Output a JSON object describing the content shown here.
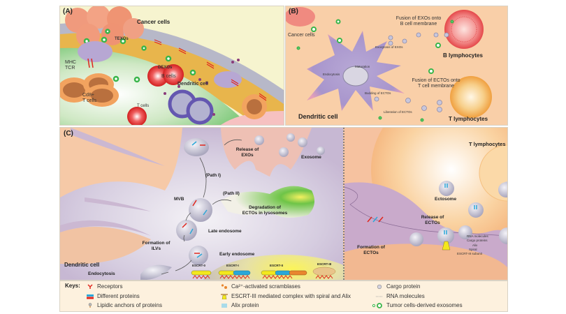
{
  "panelA": {
    "tag": "(A)",
    "labels": {
      "cancer_cells": "Cancer cells",
      "texos": "TEXOs",
      "mhc": "MHC",
      "tcr": "TCR",
      "b_cells": "B cells",
      "dexos": "DEXOs",
      "dendritic_cell": "Dendritic cell",
      "cd8": "Cd8+",
      "t_cells": "T cells",
      "treg_cells": "T cells"
    }
  },
  "panelB": {
    "tag": "(B)",
    "labels": {
      "cancer_cells": "Cancer cells",
      "fusion_exos_1": "Fusion of EXOs onto",
      "fusion_exos_2": "B cell membrane",
      "exocytosis": "Exocytosis of EXOs",
      "b_lymphocytes": "B lymphocytes",
      "endocytosis": "Endocytosis",
      "maturation": "Maturation",
      "fusion_ectos_1": "Fusion of ECTOs onto",
      "fusion_ectos_2": "T cell membrane",
      "budding": "Budding of ECTOs",
      "liberation": "Liberation of ECTOs",
      "dendritic_cell": "Dendritic cell",
      "t_lymphocytes": "T lymphocytes"
    }
  },
  "panelC": {
    "tag": "(C)",
    "labels": {
      "release_exos_1": "Release of",
      "release_exos_2": "EXOs",
      "exosome": "Exosome",
      "path1": "(Path I)",
      "path2": "(Path II)",
      "mvb": "MVB",
      "degradation_1": "Degradation of",
      "degradation_2": "ECTOs in lysosomes",
      "late_endosome": "Late endosome",
      "formation_ilvs_1": "Formation of",
      "formation_ilvs_2": "ILVs",
      "early_endosome": "Early endosome",
      "dendritic_cell": "Dendritic cell",
      "endocytosis": "Endocytosis",
      "escrt0": "ESCRT-0",
      "escrt1": "ESCRT-I",
      "escrt2": "ESCRT-II",
      "escrt3": "ESCRT-III",
      "t_lymphocytes": "T lymphocytes",
      "ectosome": "Ectosome",
      "release_ectos_1": "Release of",
      "release_ectos_2": "ECTOs",
      "formation_ectos_1": "Formation of",
      "formation_ectos_2": "ECTOs",
      "rna_molecules": "RNA molecules",
      "cargo_proteins": "Cargo proteins",
      "alix": "Alix",
      "spiral": "Spiral",
      "escrt3_subunit": "ESCRT-III subunit"
    }
  },
  "keys": {
    "title": "Keys:",
    "items": [
      {
        "icon": "receptor-icon",
        "label": "Receptors"
      },
      {
        "icon": "different-proteins-icon",
        "label": "Different proteins"
      },
      {
        "icon": "lipidic-anchor-icon",
        "label": "Lipidic anchors of proteins"
      },
      {
        "icon": "scramblase-icon",
        "label": "Ca²⁺-activated scramblases"
      },
      {
        "icon": "escrt3-complex-icon",
        "label": "ESCRT-III mediated complex with spiral and Alix"
      },
      {
        "icon": "alix-protein-icon",
        "label": "Alix protein"
      },
      {
        "icon": "cargo-protein-icon",
        "label": "Cargo protein"
      },
      {
        "icon": "rna-molecule-icon",
        "label": "RNA molecules"
      },
      {
        "icon": "tumor-exosome-icon",
        "label": "Tumor cells-derived exosomes"
      }
    ]
  },
  "colors": {
    "receptor": "#e0261d",
    "protein_blue": "#2aa7d8",
    "exosome_green": "#39b54a",
    "vesicle_grey": "#b9b7c9",
    "dendritic_purple": "#b7a7d3",
    "escrt_yellow": "#f3e81d",
    "escrt_orange": "#e8862f"
  }
}
